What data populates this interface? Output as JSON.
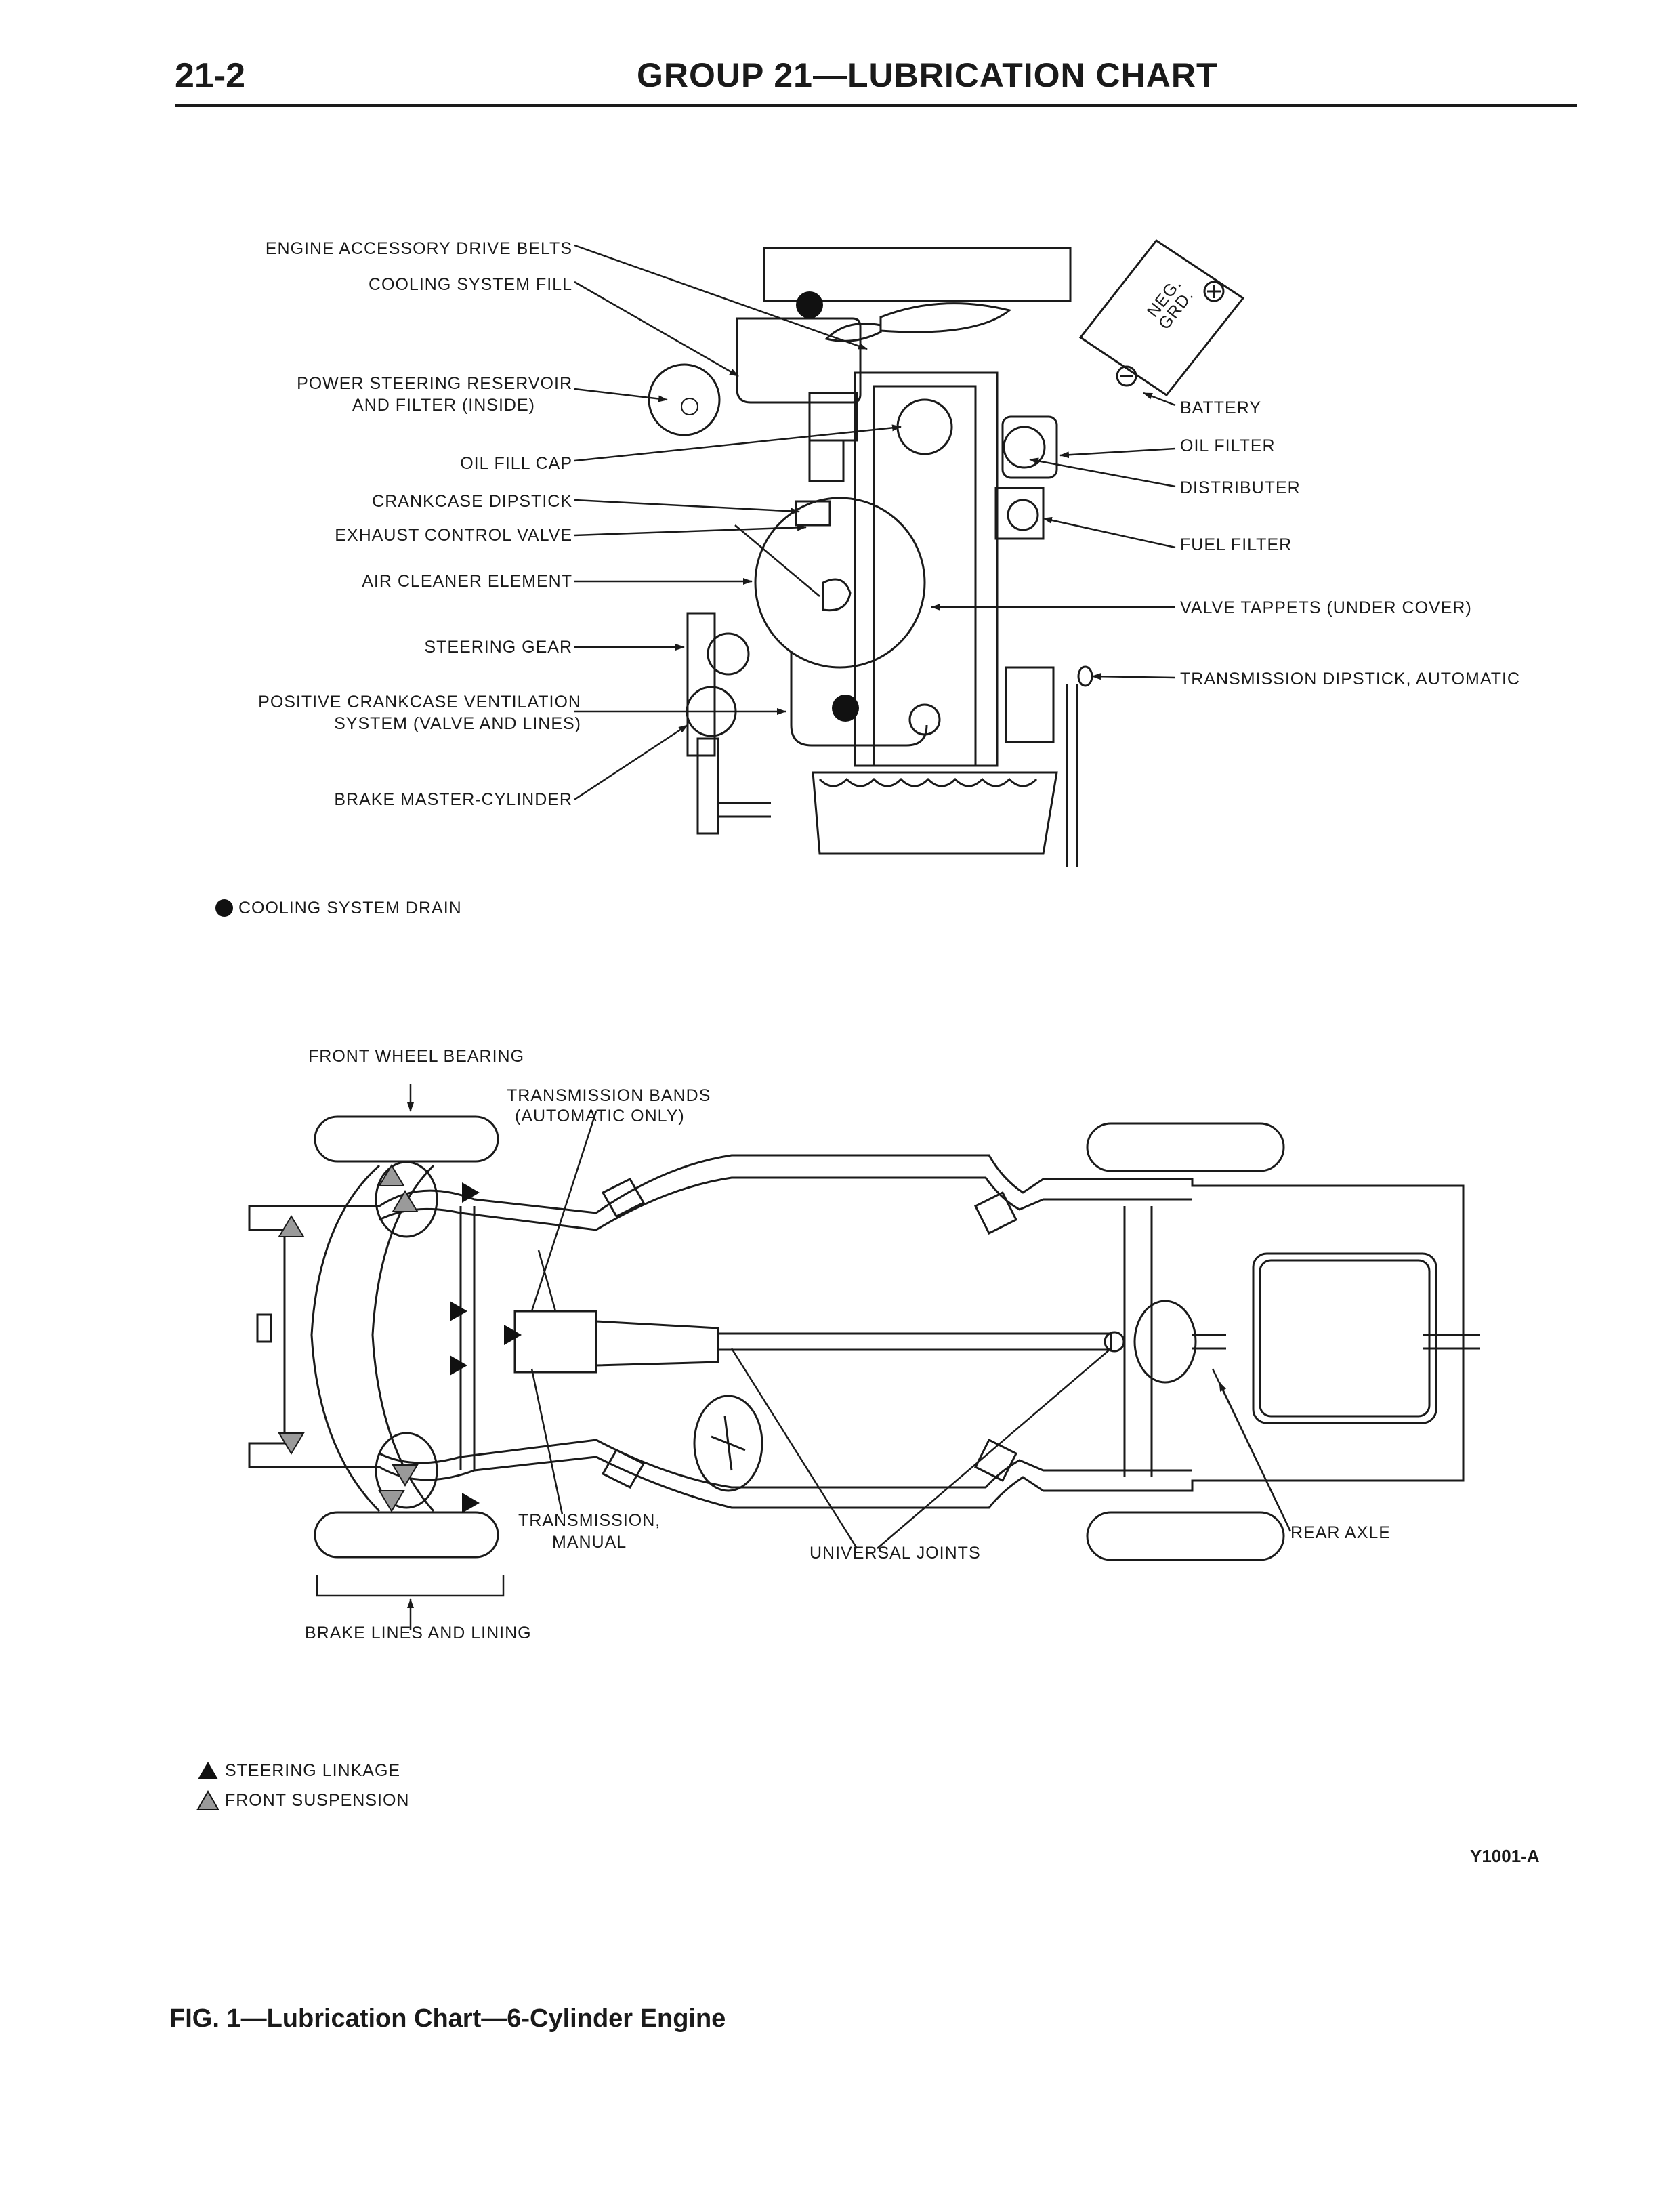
{
  "header": {
    "page_number": "21-2",
    "title": "GROUP 21—LUBRICATION CHART"
  },
  "engine_labels": {
    "engine_accessory_drive_belts": "ENGINE ACCESSORY DRIVE BELTS",
    "cooling_system_fill": "COOLING SYSTEM FILL",
    "power_steering_reservoir_1": "POWER STEERING RESERVOIR",
    "power_steering_reservoir_2": "AND FILTER (INSIDE)",
    "oil_fill_cap": "OIL FILL CAP",
    "crankcase_dipstick": "CRANKCASE DIPSTICK",
    "exhaust_control_valve": "EXHAUST CONTROL VALVE",
    "air_cleaner_element": "AIR CLEANER ELEMENT",
    "steering_gear": "STEERING GEAR",
    "pcv_1": "POSITIVE CRANKCASE VENTILATION",
    "pcv_2": "SYSTEM (VALVE AND LINES)",
    "brake_master_cylinder": "BRAKE MASTER-CYLINDER",
    "battery": "BATTERY",
    "oil_filter": "OIL FILTER",
    "distributer": "DISTRIBUTER",
    "fuel_filter": "FUEL FILTER",
    "valve_tappets": "VALVE TAPPETS (UNDER COVER)",
    "transmission_dipstick": "TRANSMISSION DIPSTICK, AUTOMATIC",
    "battery_neg_1": "NEG.",
    "battery_neg_2": "GRD."
  },
  "legend_top": {
    "cooling_system_drain": "COOLING SYSTEM DRAIN"
  },
  "chassis_labels": {
    "front_wheel_bearing": "FRONT WHEEL BEARING",
    "transmission_bands_1": "TRANSMISSION BANDS",
    "transmission_bands_2": "(AUTOMATIC ONLY)",
    "transmission_manual_1": "TRANSMISSION,",
    "transmission_manual_2": "MANUAL",
    "universal_joints": "UNIVERSAL JOINTS",
    "rear_axle": "REAR AXLE",
    "brake_lines_and_lining": "BRAKE LINES AND LINING"
  },
  "legend_bottom": {
    "steering_linkage": "STEERING LINKAGE",
    "front_suspension": "FRONT SUSPENSION"
  },
  "figure_code": "Y1001-A",
  "caption": "FIG. 1—Lubrication Chart—6-Cylinder Engine"
}
